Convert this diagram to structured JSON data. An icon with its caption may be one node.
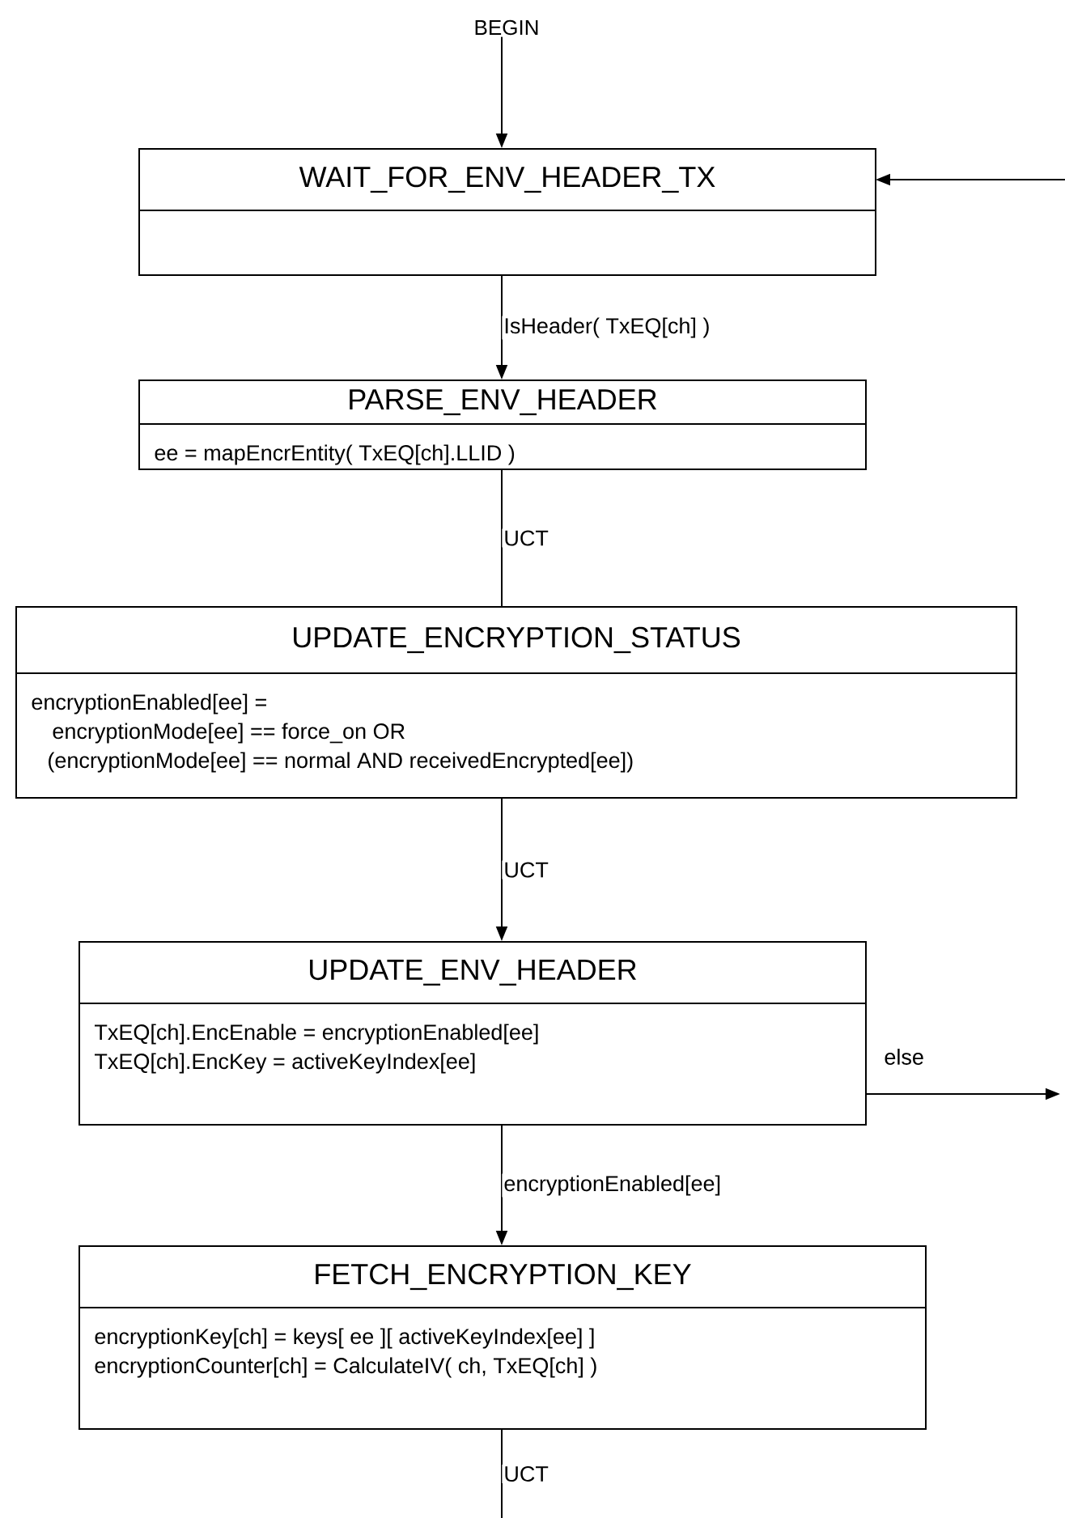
{
  "diagram": {
    "nodes": [
      {
        "text": [
          "BEGIN"
        ]
      },
      {
        "text": [
          "WAIT_FOR_ENV_HEADER_TX"
        ]
      },
      {
        "text": [
          "PARSE_ENV_HEADER",
          "ee = mapEncrEntity( TxEQ[ch].LLID )"
        ]
      },
      {
        "text": [
          "UPDATE_ENCRYPTION_STATUS",
          "encryptionEnabled[ee] =",
          "encryptionMode[ee] == force_on OR",
          "(encryptionMode[ee] == normal AND receivedEncrypted[ee])"
        ]
      },
      {
        "text": [
          "UPDATE_ENV_HEADER",
          "TxEQ[ch].EncEnable = encryptionEnabled[ee]",
          "TxEQ[ch].EncKey  = activeKeyIndex[ee]"
        ]
      },
      {
        "text": [
          "FETCH_ENCRYPTION_KEY",
          "encryptionKey[ch] = keys[ ee ][ activeKeyIndex[ee] ]",
          "encryptionCounter[ch] = CalculateIV( ch, TxEQ[ch] )"
        ]
      }
    ],
    "edges": [
      {
        "from": 0,
        "to": 1,
        "arrow": "to"
      },
      {
        "from": 1,
        "to": 2,
        "arrow": "to",
        "label": "IsHeader( TxEQ[ch] )"
      },
      {
        "from": 2,
        "to": 3,
        "arrow": "none",
        "label": "UCT"
      },
      {
        "from": 3,
        "to": 4,
        "arrow": "to",
        "label": "UCT"
      },
      {
        "from": 4,
        "to": 5,
        "arrow": "to",
        "label": "encryptionEnabled[ee]"
      },
      {
        "from": 4,
        "to": null,
        "arrow": "to",
        "label": "else"
      },
      {
        "from": null,
        "to": 1,
        "arrow": "to"
      },
      {
        "from": 5,
        "to": null,
        "arrow": "none",
        "label": "UCT"
      }
    ]
  }
}
